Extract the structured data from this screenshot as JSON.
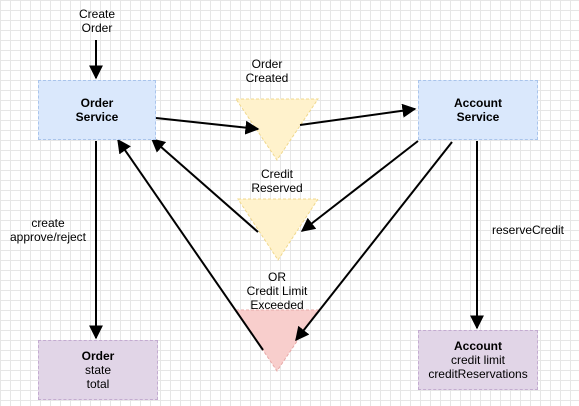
{
  "labels": {
    "create_order": "Create\nOrder",
    "order_created": "Order\nCreated",
    "credit_reserved": "Credit\nReserved",
    "credit_limit_exceeded": "OR\nCredit Limit\nExceeded",
    "create_approve_reject": "create\napprove/reject",
    "reserve_credit": "reserveCredit"
  },
  "boxes": {
    "order_service": {
      "title": "Order\nService"
    },
    "account_service": {
      "title": "Account\nService"
    },
    "order_entity": {
      "title": "Order",
      "lines": [
        "state",
        "total"
      ]
    },
    "account_entity": {
      "title": "Account",
      "lines": [
        "credit limit",
        "creditReservations"
      ]
    }
  },
  "colors": {
    "service_fill": "#dae8fc",
    "entity_fill": "#e1d5e7",
    "event_fill": "#fff2cc",
    "failure_event_fill": "#f8cecc"
  }
}
